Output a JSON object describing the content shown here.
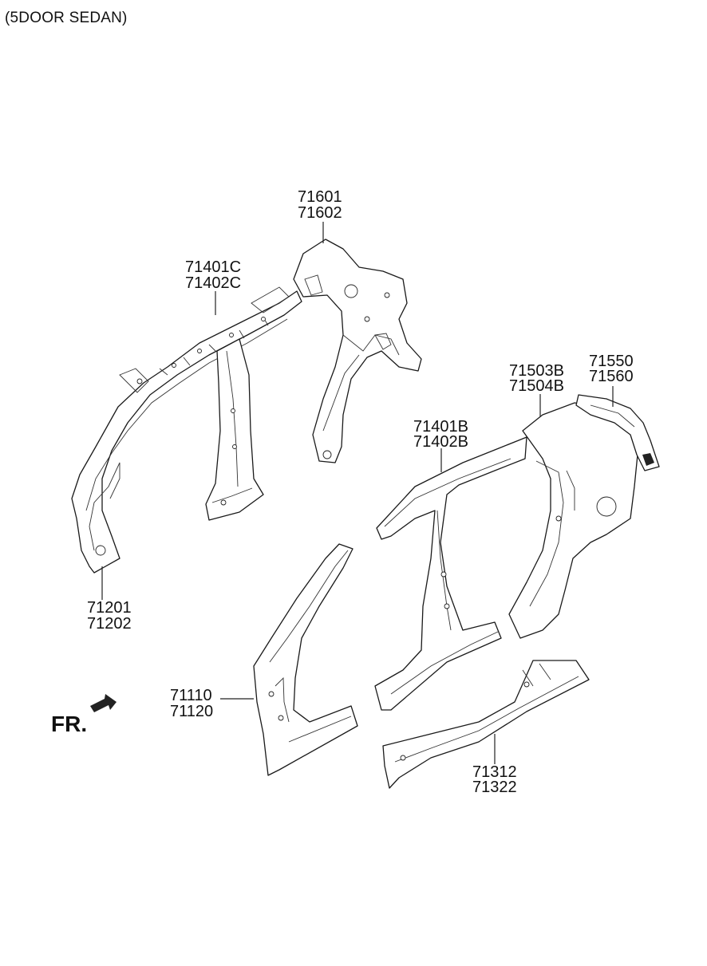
{
  "header": {
    "title": "(5DOOR SEDAN)"
  },
  "labels": {
    "l71601": "71601",
    "l71602": "71602",
    "l71401C": "71401C",
    "l71402C": "71402C",
    "l71503B": "71503B",
    "l71504B": "71504B",
    "l71550": "71550",
    "l71560": "71560",
    "l71401B": "71401B",
    "l71402B": "71402B",
    "l71201": "71201",
    "l71202": "71202",
    "l71110": "71110",
    "l71120": "71120",
    "l71312": "71312",
    "l71322": "71322"
  },
  "fr": {
    "text": "FR."
  }
}
